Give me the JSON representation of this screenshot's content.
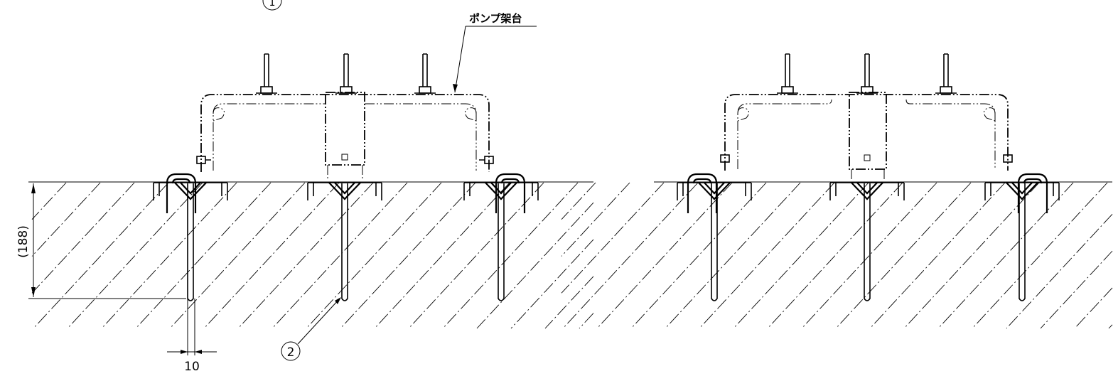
{
  "labels": {
    "pump_stand": "ポンプ架台",
    "balloon_1": "1",
    "balloon_2": "2",
    "depth_dim": "(188)",
    "width_dim": "10"
  }
}
